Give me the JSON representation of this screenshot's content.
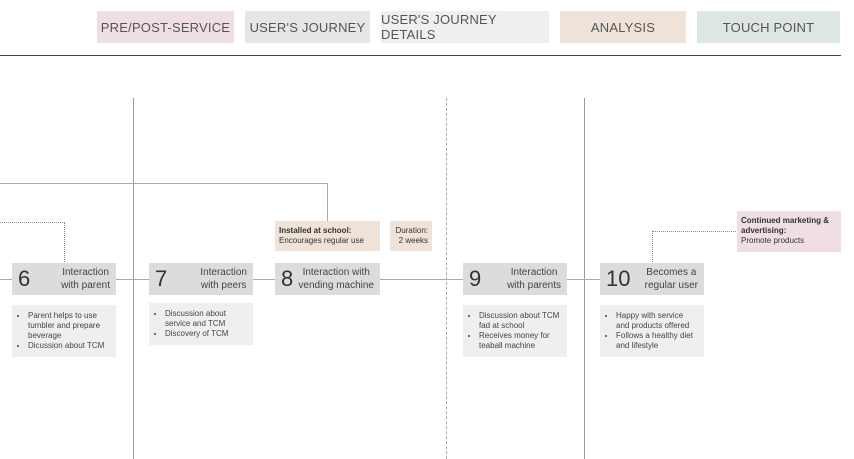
{
  "legend": [
    {
      "label": "PRE/POST-SERVICE",
      "color": "#efdfe3"
    },
    {
      "label": "USER'S JOURNEY",
      "color": "#e6e6e6"
    },
    {
      "label": "USER'S JOURNEY DETAILS",
      "color": "#efefef"
    },
    {
      "label": "ANALYSIS",
      "color": "#efe3d9"
    },
    {
      "label": "TOUCH POINT",
      "color": "#dde6e2"
    }
  ],
  "steps": [
    {
      "number": "6",
      "title_line1": "Interaction",
      "title_line2": "with parent",
      "details": [
        "Parent helps to use tumbler and prepare beverage",
        "Dicussion about TCM"
      ]
    },
    {
      "number": "7",
      "title_line1": "Interaction",
      "title_line2": "with peers",
      "details": [
        "Discussion about service and TCM",
        "Discovery of TCM"
      ]
    },
    {
      "number": "8",
      "title_line1": "Interaction with",
      "title_line2": "vending machine",
      "details": []
    },
    {
      "number": "9",
      "title_line1": "Interaction",
      "title_line2": "with parents",
      "details": [
        "Discussion about TCM fad at school",
        "Receives money for teaball machine"
      ]
    },
    {
      "number": "10",
      "title_line1": "Becomes a",
      "title_line2": "regular user",
      "details": [
        "Happy with service and products offered",
        "Follows a healthy diet and lifestyle"
      ]
    }
  ],
  "notes": {
    "installed": {
      "heading": "Installed at school:",
      "text": "Encourages regular use"
    },
    "duration": {
      "line1": "Duration:",
      "line2": "2 weeks"
    },
    "marketing": {
      "heading": "Continued marketing & advertising:",
      "text": "Promote products"
    }
  },
  "colors": {
    "analysis": "#efe3d9",
    "prepost": "#efdfe3",
    "step": "#dcdcdc",
    "detail": "#efefef"
  }
}
